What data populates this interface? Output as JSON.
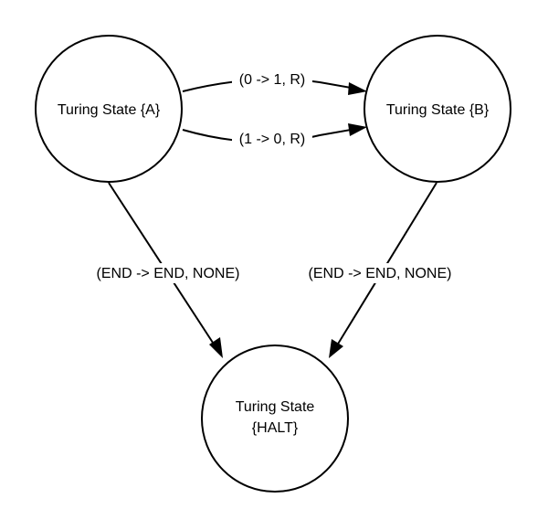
{
  "diagram": {
    "nodes": {
      "a": {
        "lines": [
          "Turing State {A}"
        ]
      },
      "b": {
        "lines": [
          "Turing State {B}"
        ]
      },
      "halt": {
        "lines": [
          "Turing State",
          "{HALT}"
        ]
      }
    },
    "edges": {
      "a_b_top": {
        "label": "(0 -> 1, R)"
      },
      "a_b_bottom": {
        "label": "(1 -> 0, R)"
      },
      "a_halt": {
        "label": "(END -> END, NONE)"
      },
      "b_halt": {
        "label": "(END -> END, NONE)"
      }
    }
  }
}
